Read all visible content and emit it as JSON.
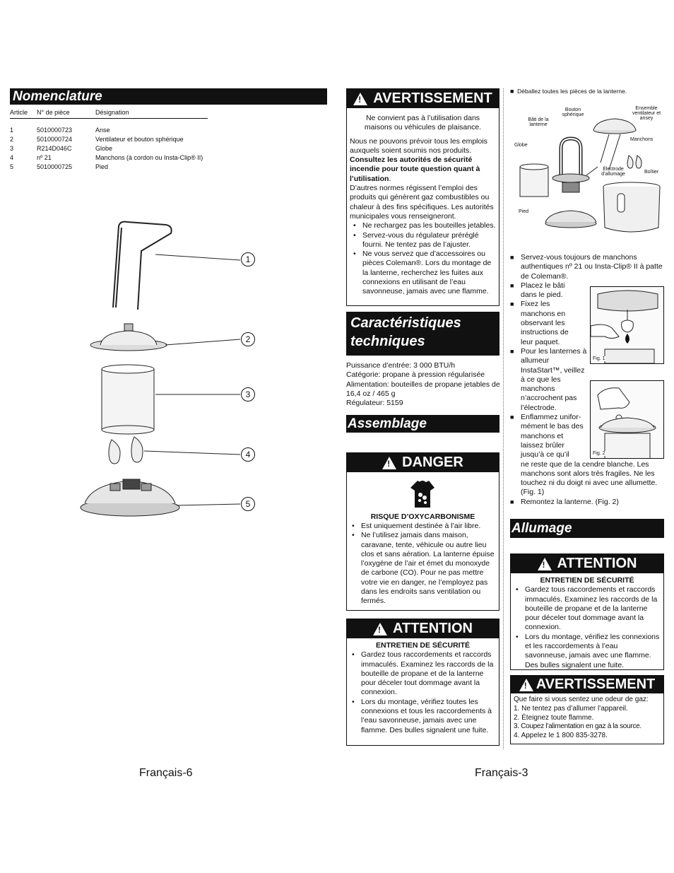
{
  "nomenclature": {
    "title": "Nomenclature",
    "headers": [
      "Article",
      "N° de pièce",
      "Désignation"
    ],
    "rows": [
      [
        "1",
        "5010000723",
        "Anse"
      ],
      [
        "2",
        "5010000724",
        "Ventilateur et bouton sphérique"
      ],
      [
        "3",
        "R214D046C",
        "Globe"
      ],
      [
        "4",
        "nº 21",
        "Manchons (à cordon ou Insta-Clip® II)"
      ],
      [
        "5",
        "5010000725",
        "Pied"
      ]
    ],
    "callouts": [
      "1",
      "2",
      "3",
      "4",
      "5"
    ]
  },
  "avertissement1": {
    "title": "AVERTISSEMENT",
    "intro": "Ne convient pas à l’utilisation dans maisons ou véhicules de plaisance.",
    "p1": "Nous ne pouvons prévoir tous les emplois auxquels soient soumis nos produits.",
    "p1_bold": "Consultez les autorités de sécurité incendie pour toute question quant à l’utilisation",
    "p1_end": ".",
    "p2": "D’autres normes régissent l’emploi des produits qui génèrent gaz combustibles ou chaleur à des fins spécifiques. Les autorités municipales vous renseigneront.",
    "bullets": [
      "Ne rechargez pas les bouteilles jetables.",
      "Servez-vous du régulateur préréglé fourni. Ne tentez pas de l’ajuster.",
      "Ne vous servez que d’accessoires ou pièces Coleman®. Lors du montage de la lanterne, recherchez les fuites aux connexions en utilisant de l’eau savonneuse, jamais avec une flamme."
    ]
  },
  "specs": {
    "title": "Caractéristiques techniques",
    "lines": [
      "Puissance d’entrée: 3 000 BTU/h",
      "Catégorie: propane à pression régularisée",
      "Alimentation: bouteilles de propane jetables de 16,4 oz / 465 g",
      "Régulateur: 5159"
    ]
  },
  "assemblage_title": "Assemblage",
  "danger": {
    "title": "DANGER",
    "subtitle": "RISQUE D’OXYCARBONISME",
    "bullets": [
      "Est uniquement destinée à l’air libre.",
      "Ne l’utilisez jamais dans maison, caravane, tente, véhicule ou autre lieu clos et sans aération. La lanterne épuise l’oxygène de l’air et émet du monoxyde de carbone (CO). Pour ne pas mettre votre vie en danger, ne l’employez pas dans les endroits sans ventilation ou fermés."
    ]
  },
  "attention1": {
    "title": "ATTENTION",
    "subtitle": "ENTRETIEN DE SÉCURITÉ",
    "bullets": [
      "Gardez tous raccordements et raccords immaculés. Examinez les raccords de la bouteille de propane et de la lanterne pour déceler tout dommage avant la connexion.",
      "Lors du montage, vérifiez toutes les connexions et tous les raccordements à l’eau savonneuse, jamais avec une flamme. Des bulles signalent une fuite."
    ]
  },
  "right": {
    "unpack": "Déballez toutes les pièces de la lanterne.",
    "diagram_labels": {
      "bouton": "Bouton sphérique",
      "ensemble": "Ensemble ventilateur et ansey",
      "bati": "Bâti de la lanterne",
      "globe": "Globe",
      "manchons": "Manchons",
      "electrode": "Électrode d’allumage",
      "boitier": "Boîtier",
      "pied": "Pied"
    },
    "steps": [
      "Servez-vous toujours de manchons authentiques nº 21 ou Insta-Clip® II à patte de Coleman®.",
      "Placez le bâti dans le pied.",
      "Fixez les manchons en observant les instructions de leur paquet.",
      "Pour les lanternes à allumeur InstaStart™, veillez à ce que les manchons n’accrochent pas l’électrode.",
      "Enflammez unifor-mément le bas des manchons et laissez brûler jusqu’à ce qu’il",
      "Remontez la lanterne. (Fig. 2)"
    ],
    "step5_cont": "ne reste que de la cendre blanche. Les manchons sont alors très fragiles. Ne les touchez ni du doigt ni avec une allumette. (Fig. 1)",
    "fig1": "Fig. 1",
    "fig2": "Fig. 2"
  },
  "allumage_title": "Allumage",
  "attention2": {
    "title": "ATTENTION",
    "subtitle": "ENTRETIEN DE SÉCURITÉ",
    "bullets": [
      "Gardez tous raccordements et raccords immaculés. Examinez les raccords de la bouteille de propane et de la lanterne pour déceler tout dommage avant la connexion.",
      "Lors du montage, vérifiez les connexions et les raccordements à l’eau savonneuse, jamais avec une flamme. Des bulles signalent une fuite."
    ]
  },
  "avertissement2": {
    "title": "AVERTISSEMENT",
    "intro": "Que faire si vous sentez une odeur de gaz:",
    "items": [
      "1.  Ne tentez pas d’allumer l’appareil.",
      "2.  Éteignez toute flamme.",
      "3.  Coupez l’alimentation en gaz à la source.",
      "4.  Appelez le 1 800 835-3278."
    ]
  },
  "footer": {
    "left": "Français-6",
    "right": "Français-3"
  }
}
